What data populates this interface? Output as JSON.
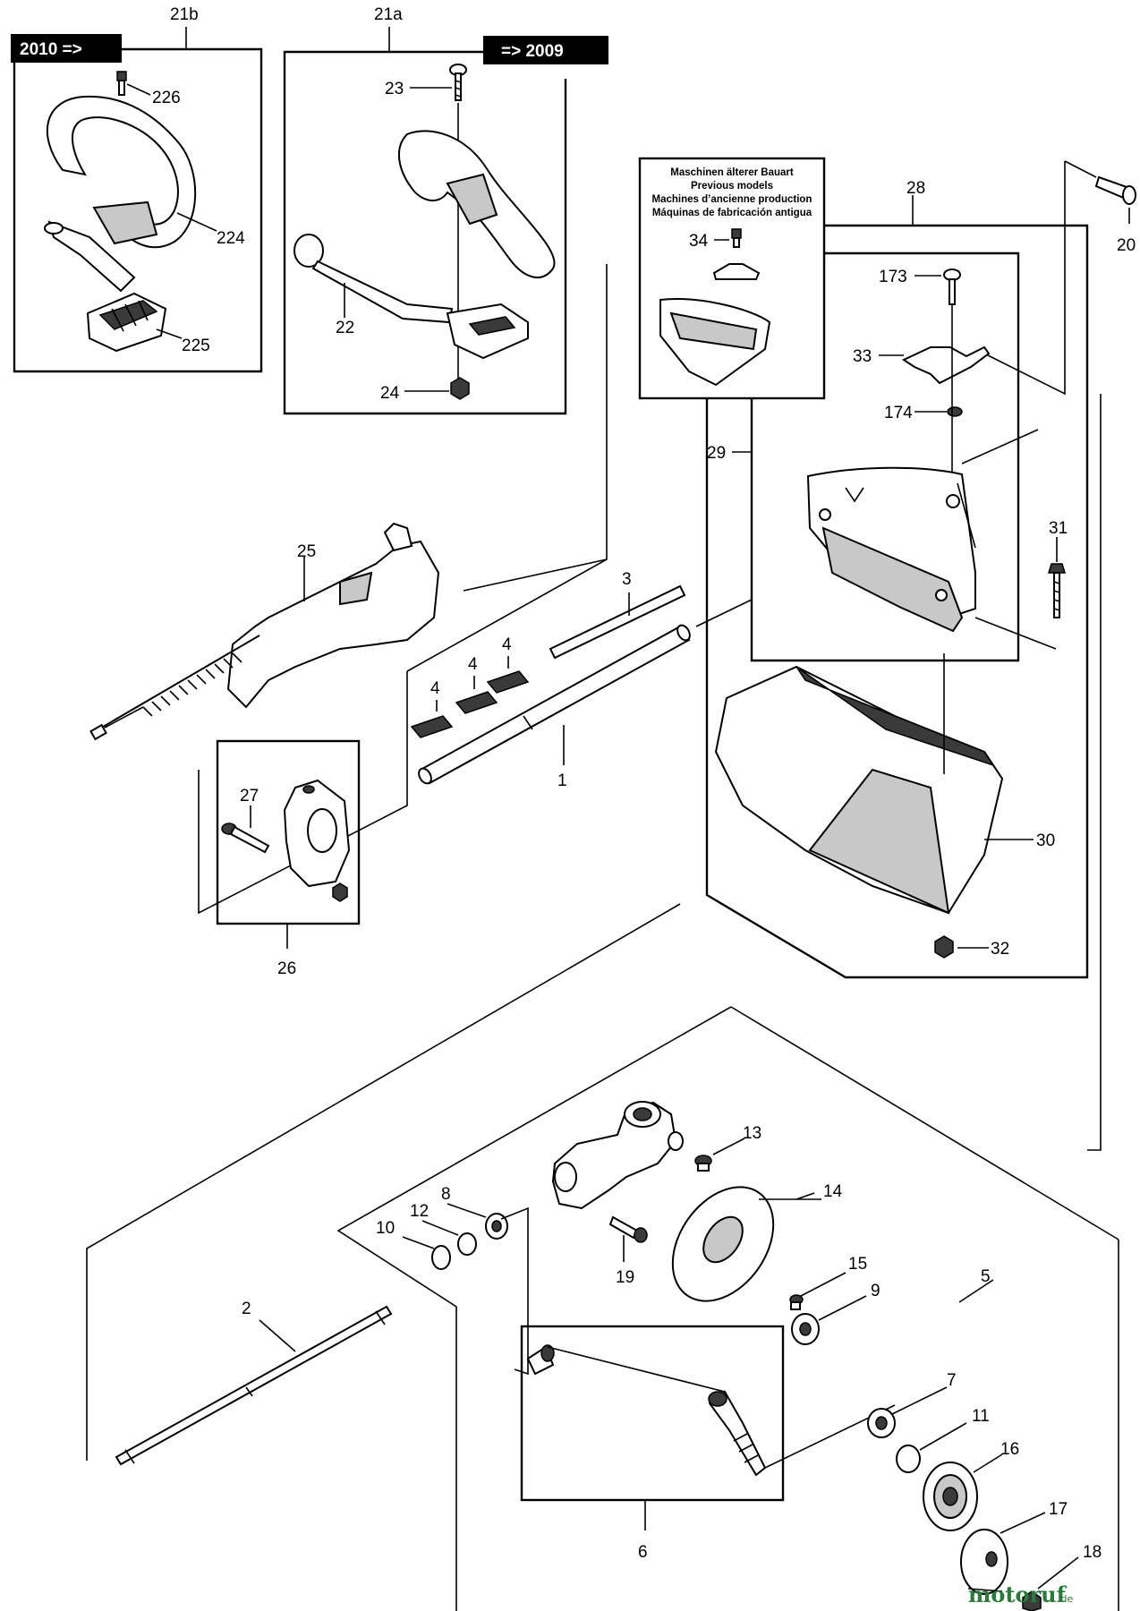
{
  "badges": {
    "new_models": "2010 =>",
    "old_models": "=> 2009"
  },
  "previous_models_note": [
    "Maschinen älterer Bauart",
    "Previous models",
    "Machines d’ancienne production",
    "Máquinas de fabricación antigua"
  ],
  "labels": {
    "p21b": "21b",
    "p226": "226",
    "p224": "224",
    "p225": "225",
    "p21a": "21a",
    "p23": "23",
    "p22": "22",
    "p24": "24",
    "p34": "34",
    "p28": "28",
    "p20": "20",
    "p173": "173",
    "p33": "33",
    "p174": "174",
    "p29": "29",
    "p31": "31",
    "p25": "25",
    "p3": "3",
    "p4a": "4",
    "p4b": "4",
    "p4c": "4",
    "p1": "1",
    "p27": "27",
    "p26": "26",
    "p30": "30",
    "p32": "32",
    "p13": "13",
    "p14": "14",
    "p8": "8",
    "p12": "12",
    "p10": "10",
    "p19": "19",
    "p15": "15",
    "p9": "9",
    "p5": "5",
    "p2": "2",
    "p7": "7",
    "p11": "11",
    "p16": "16",
    "p17": "17",
    "p18": "18",
    "p6": "6"
  },
  "watermark": {
    "brand": "motoruf",
    "suffix": ".de",
    "color": "#2a7a3a"
  }
}
